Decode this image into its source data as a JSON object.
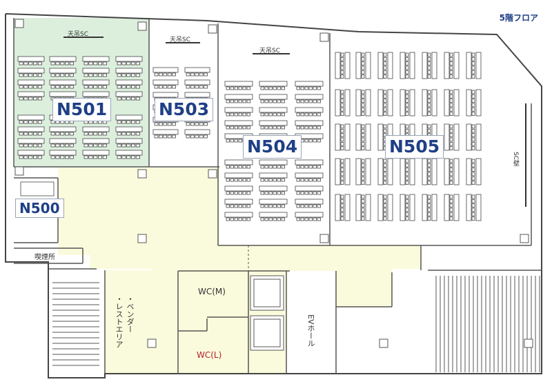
{
  "title": "5階フロア",
  "rooms": {
    "n501": "N501",
    "n503": "N503",
    "n504": "N504",
    "n505": "N505",
    "n500": "N500"
  },
  "labels": {
    "screen_n501": "天吊SC",
    "screen_n503": "天吊SC",
    "screen_n504": "天吊SC",
    "screen_wall": "SC壁",
    "smoking": "喫煙所",
    "wc_men": "WC(M)",
    "wc_ladies": "WC(L)",
    "vending": "・ベンダー\n・レストエリア",
    "ev_hall": "EVホール"
  },
  "colors": {
    "n501_fill": "#dcefdd",
    "common_fill": "#fafbdc",
    "title_color": "#1f3f86",
    "room_label_color": "#1f3f86",
    "wc_ladies_color": "#b0202a"
  }
}
